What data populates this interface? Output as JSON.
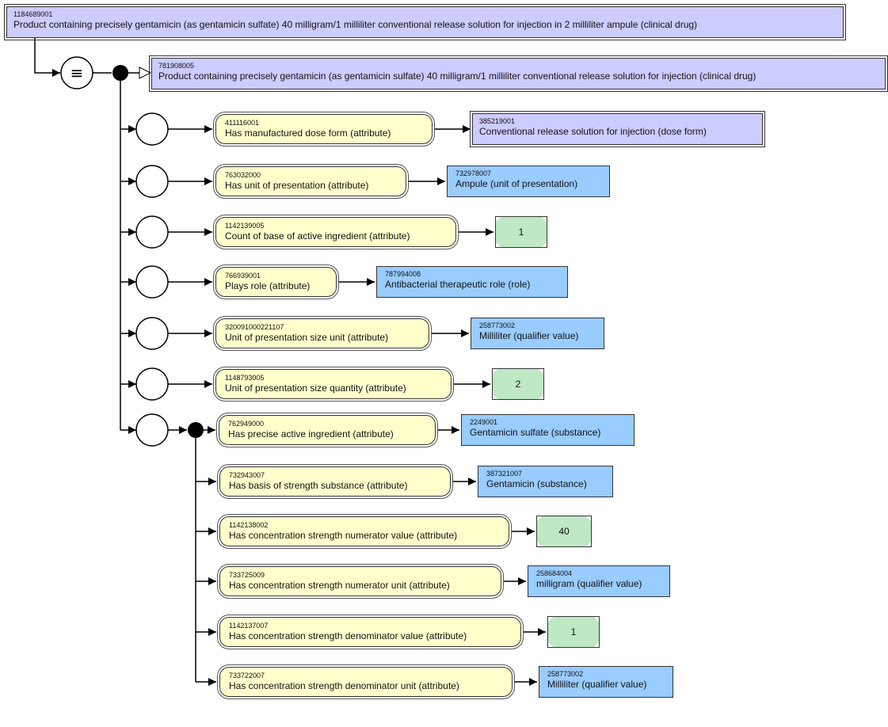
{
  "focus": {
    "sctid": "1184689001",
    "term": "Product containing precisely gentamicin (as gentamicin sulfate) 40 milligram/1 milliliter conventional release solution for injection in 2 milliliter ampule (clinical drug)"
  },
  "definition_status_symbol": "≡",
  "parent": {
    "sctid": "781908005",
    "term": "Product containing precisely gentamicin (as gentamicin sulfate) 40 milligram/1 milliliter conventional release solution for injection (clinical drug)"
  },
  "ungrouped": [
    {
      "attr": {
        "sctid": "411116001",
        "term": "Has manufactured dose form (attribute)"
      },
      "value": {
        "kind": "defined",
        "sctid": "385219001",
        "term": "Conventional release solution for injection (dose form)"
      }
    },
    {
      "attr": {
        "sctid": "763032000",
        "term": "Has unit of presentation (attribute)"
      },
      "value": {
        "kind": "primitive",
        "sctid": "732978007",
        "term": "Ampule (unit of presentation)"
      }
    },
    {
      "attr": {
        "sctid": "1142139005",
        "term": "Count of base of active ingredient (attribute)"
      },
      "value": {
        "kind": "concrete",
        "text": "1"
      }
    },
    {
      "attr": {
        "sctid": "766939001",
        "term": "Plays role (attribute)"
      },
      "value": {
        "kind": "primitive",
        "sctid": "787994008",
        "term": "Antibacterial therapeutic role (role)"
      }
    },
    {
      "attr": {
        "sctid": "320091000221107",
        "term": "Unit of presentation size unit (attribute)"
      },
      "value": {
        "kind": "primitive",
        "sctid": "258773002",
        "term": "Milliliter (qualifier value)"
      }
    },
    {
      "attr": {
        "sctid": "1148793005",
        "term": "Unit of presentation size quantity (attribute)"
      },
      "value": {
        "kind": "concrete",
        "text": "2"
      }
    }
  ],
  "group": [
    {
      "attr": {
        "sctid": "762949000",
        "term": "Has precise active ingredient (attribute)"
      },
      "value": {
        "kind": "primitive",
        "sctid": "2249001",
        "term": "Gentamicin sulfate (substance)"
      }
    },
    {
      "attr": {
        "sctid": "732943007",
        "term": "Has basis of strength substance (attribute)"
      },
      "value": {
        "kind": "primitive",
        "sctid": "387321007",
        "term": "Gentamicin (substance)"
      }
    },
    {
      "attr": {
        "sctid": "1142138002",
        "term": "Has concentration strength numerator value (attribute)"
      },
      "value": {
        "kind": "concrete",
        "text": "40"
      }
    },
    {
      "attr": {
        "sctid": "733725009",
        "term": "Has concentration strength numerator unit (attribute)"
      },
      "value": {
        "kind": "primitive",
        "sctid": "258684004",
        "term": "milligram (qualifier value)"
      }
    },
    {
      "attr": {
        "sctid": "1142137007",
        "term": "Has concentration strength denominator value (attribute)"
      },
      "value": {
        "kind": "concrete",
        "text": "1"
      }
    },
    {
      "attr": {
        "sctid": "733722007",
        "term": "Has concentration strength denominator unit (attribute)"
      },
      "value": {
        "kind": "primitive",
        "sctid": "258773002",
        "term": "Milliliter (qualifier value)"
      }
    }
  ],
  "colors": {
    "defined": "#ccccff",
    "primitive": "#99ccff",
    "attribute": "#ffffcc",
    "concrete": "#bfe8c5"
  }
}
